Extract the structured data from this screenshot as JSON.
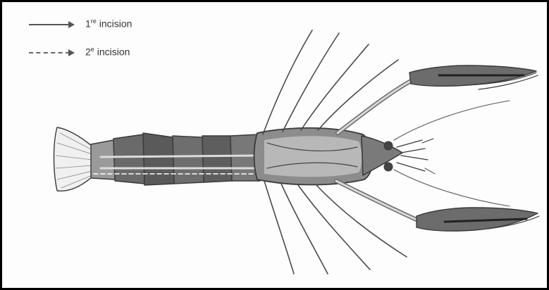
{
  "legend": {
    "first": {
      "number": "1",
      "suffix": "re",
      "word": "incision",
      "line_style": "solid"
    },
    "second": {
      "number": "2",
      "suffix": "e",
      "word": "incision",
      "line_style": "dashed"
    }
  },
  "illustration": {
    "subject": "crayfish-dorsal-view",
    "ink_color": "#3a3a3a",
    "paper_color": "#fdfdfd"
  }
}
